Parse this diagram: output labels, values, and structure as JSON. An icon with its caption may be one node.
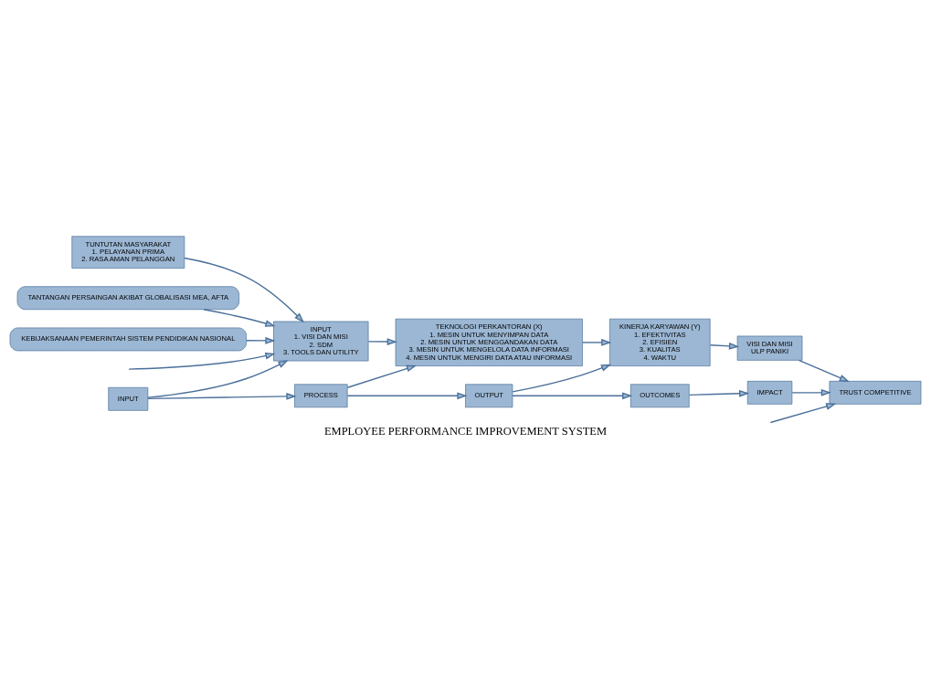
{
  "diagram": {
    "title": "EMPLOYEE PERFORMANCE IMPROVEMENT SYSTEM",
    "nodes": [
      {
        "text": [
          "TUNTUTAN MASYARAKAT",
          "1. PELAYANAN PRIMA",
          "2. RASA AMAN PELANGGAN"
        ]
      },
      {
        "text": [
          "TANTANGAN PERSAINGAN AKIBAT GLOBALISASI MEA, AFTA"
        ]
      },
      {
        "text": [
          "INPUT",
          "1. VISI DAN MISI",
          "2. SDM",
          "3. TOOLS DAN UTILITY"
        ]
      },
      {
        "text": [
          "TEKNOLOGI PERKANTORAN (X)",
          "1. MESIN UNTUK MENYIMPAN DATA",
          "2. MESIN UNTUK MENGGANDAKAN DATA",
          "3. MESIN UNTUK MENGELOLA DATA INFORMASI",
          "4. MESIN UNTUK MENGIRI DATA ATAU INFORMASI"
        ]
      },
      {
        "text": [
          "KINERJA KARYAWAN (Y)",
          "1. EFEKTIVITAS",
          "2. EFISIEN",
          "3. KUALITAS",
          "4. WAKTU"
        ]
      },
      {
        "text": [
          "TRUST COMPETITIVE"
        ]
      },
      {
        "text": [
          "VISI DAN MISI",
          "ULP PANIKI"
        ]
      },
      {
        "text": [
          "INPUT"
        ]
      },
      {
        "text": [
          "PROCESS"
        ]
      },
      {
        "text": [
          "OUTPUT"
        ]
      },
      {
        "text": [
          "OUTCOMES"
        ]
      },
      {
        "text": [
          "IMPACT"
        ]
      },
      {
        "text": [
          "KEBIJAKSANAAN PEMERINTAH SISTEM PENDIDIKAN NASIONAL"
        ]
      }
    ],
    "edges": [
      {
        "from": 0,
        "to": 2,
        "arrow": "to"
      },
      {
        "from": 1,
        "to": 2,
        "arrow": "to"
      },
      {
        "from": null,
        "to": 2,
        "arrow": "to"
      },
      {
        "from": 2,
        "to": 3,
        "arrow": "to"
      },
      {
        "from": 3,
        "to": 4,
        "arrow": "to"
      },
      {
        "from": null,
        "to": 5,
        "arrow": "to"
      },
      {
        "from": 4,
        "to": 6,
        "arrow": "to"
      },
      {
        "from": 6,
        "to": 5,
        "arrow": "to"
      },
      {
        "from": 12,
        "to": 2,
        "arrow": "to"
      },
      {
        "from": 7,
        "to": 2,
        "arrow": "to"
      },
      {
        "from": 7,
        "to": 8,
        "arrow": "to"
      },
      {
        "from": 8,
        "to": 3,
        "arrow": "to"
      },
      {
        "from": 8,
        "to": 9,
        "arrow": "to"
      },
      {
        "from": 9,
        "to": 4,
        "arrow": "to"
      },
      {
        "from": 9,
        "to": 10,
        "arrow": "to"
      },
      {
        "from": 10,
        "to": 11,
        "arrow": "to"
      },
      {
        "from": 11,
        "to": 5,
        "arrow": "to"
      }
    ]
  }
}
